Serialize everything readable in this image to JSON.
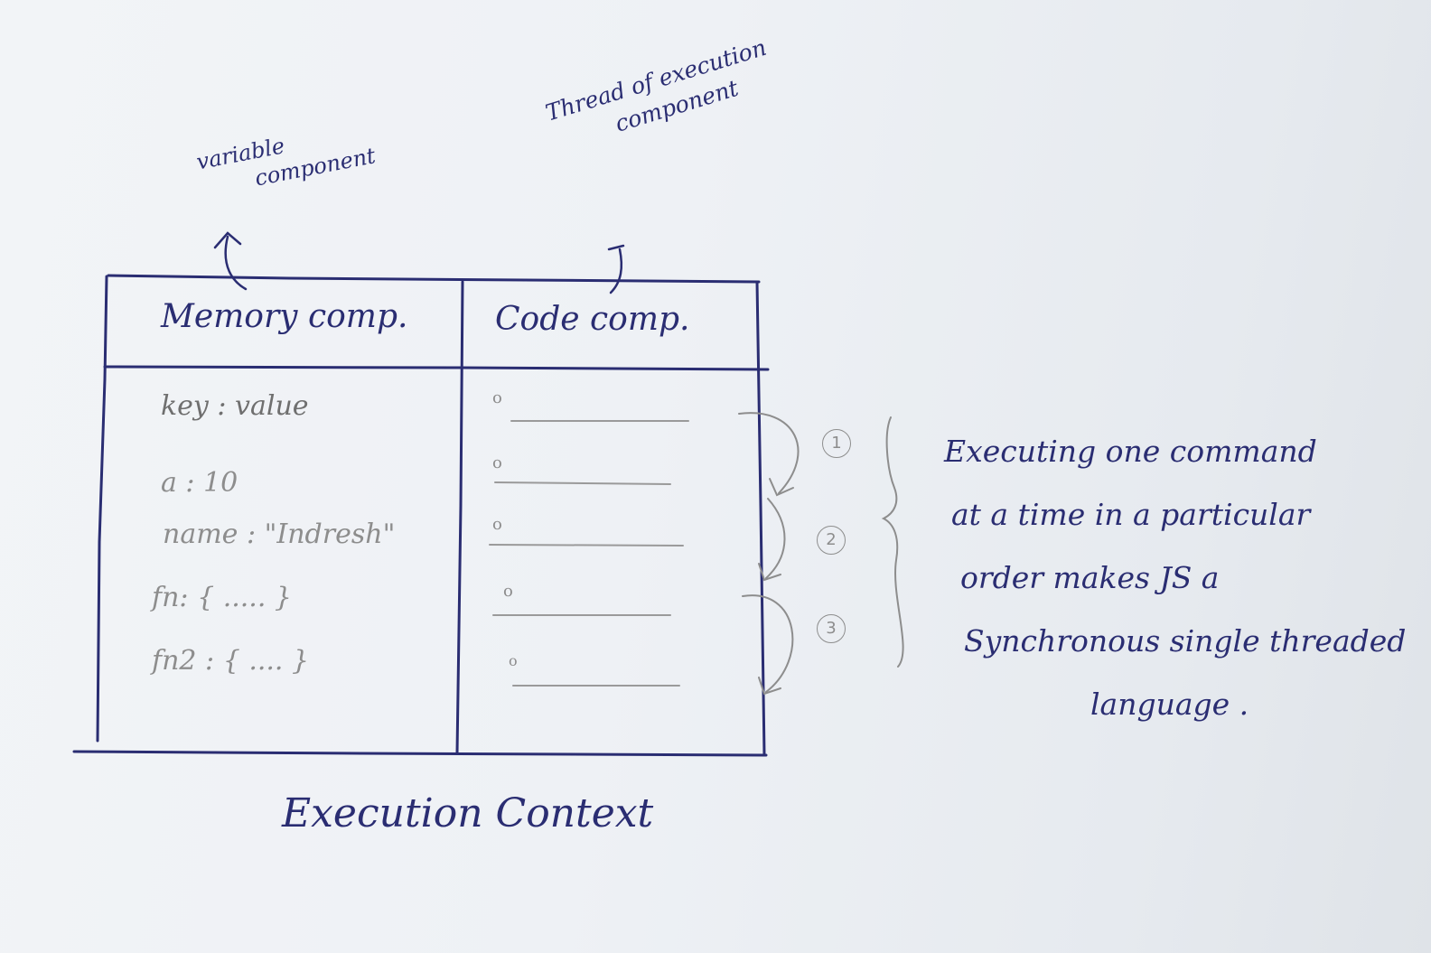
{
  "annotations": {
    "variable_component": [
      "variable",
      "component"
    ],
    "thread_component": [
      "Thread of execution",
      "component"
    ]
  },
  "table": {
    "headers": {
      "memory": "Memory comp.",
      "code": "Code comp."
    },
    "memory_rows": [
      "key : value",
      "a : 10",
      "name : \"Indresh\"",
      "fn: { ..... }",
      "fn2 : { .... }"
    ],
    "code_bullets": [
      "o",
      "o",
      "o",
      "o",
      "o"
    ]
  },
  "steps": [
    "1",
    "2",
    "3"
  ],
  "note": [
    "Executing one command",
    "at a time in a particular",
    "order makes JS a",
    "Synchronous single threaded",
    "language ."
  ],
  "caption": "Execution Context",
  "colors": {
    "pen_ink": "#2a2d72",
    "pencil": "#8d8d8d",
    "paper": "#eef1f5"
  }
}
